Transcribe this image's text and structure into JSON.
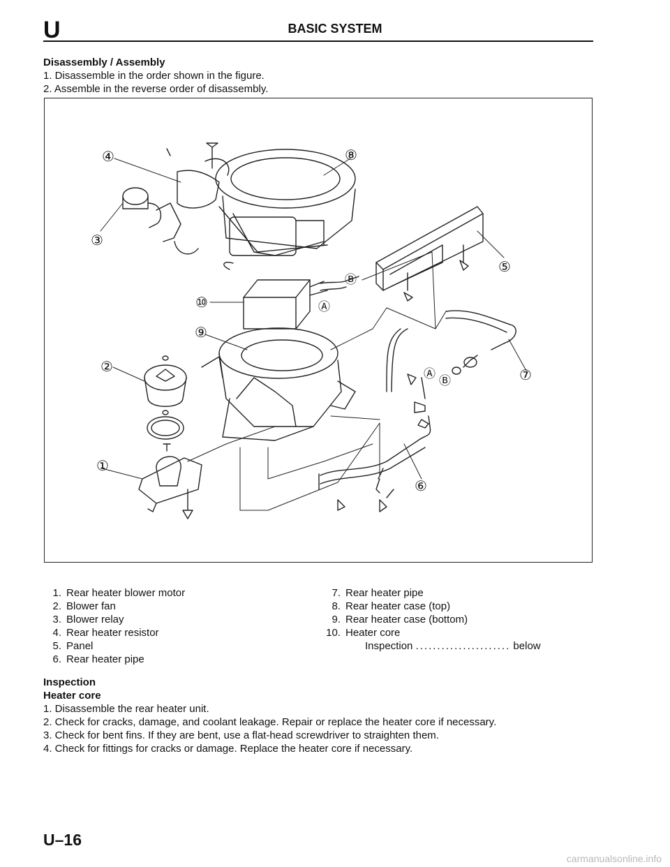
{
  "header": {
    "section_letter": "U",
    "title": "BASIC SYSTEM"
  },
  "disassembly": {
    "heading": "Disassembly / Assembly",
    "steps": [
      "1. Disassemble in the order shown in the figure.",
      "2. Assemble in the reverse order of disassembly."
    ]
  },
  "figure": {
    "callouts": [
      "①",
      "②",
      "③",
      "④",
      "⑤",
      "⑥",
      "⑦",
      "⑧",
      "⑨",
      "⑩"
    ],
    "joint_labels": [
      "Ⓐ",
      "Ⓑ"
    ]
  },
  "parts_legend": {
    "left": [
      {
        "num": "1.",
        "name": "Rear heater blower motor"
      },
      {
        "num": "2.",
        "name": "Blower fan"
      },
      {
        "num": "3.",
        "name": "Blower relay"
      },
      {
        "num": "4.",
        "name": "Rear heater resistor"
      },
      {
        "num": "5.",
        "name": "Panel"
      },
      {
        "num": "6.",
        "name": "Rear heater pipe"
      }
    ],
    "right": [
      {
        "num": "7.",
        "name": "Rear heater pipe"
      },
      {
        "num": "8.",
        "name": "Rear heater case (top)"
      },
      {
        "num": "9.",
        "name": "Rear heater case (bottom)"
      },
      {
        "num": "10.",
        "name": "Heater core"
      }
    ],
    "right_sub": {
      "label": "Inspection",
      "dots": "......................",
      "ref": "below"
    }
  },
  "inspection": {
    "heading": "Inspection",
    "subheading": "Heater core",
    "steps": [
      "1. Disassemble the rear heater unit.",
      "2. Check for cracks, damage, and coolant leakage. Repair or replace the heater core if necessary.",
      "3. Check for bent fins. If they are bent, use a flat-head screwdriver to straighten them.",
      "4. Check for fittings for cracks or damage. Replace the heater core if necessary."
    ]
  },
  "footer": {
    "page_number": "U–16",
    "watermark": "carmanualsonline.info"
  }
}
